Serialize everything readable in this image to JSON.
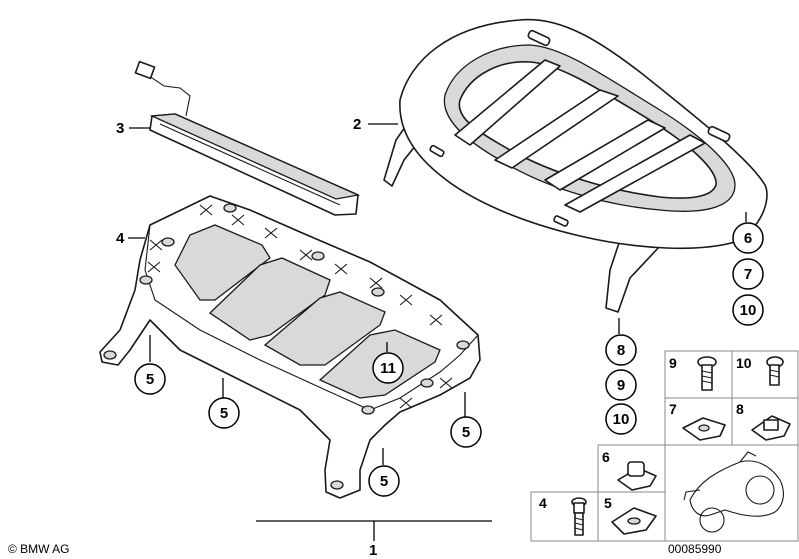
{
  "main_callout": "1",
  "labels": {
    "p2": "2",
    "p3": "3",
    "p4": "4",
    "right_group": [
      "6",
      "7",
      "10"
    ],
    "center_group": [
      "8",
      "9",
      "10"
    ],
    "left_5a": "5",
    "left_5b": "5",
    "left_5c": "5",
    "left_5d": "5",
    "p11": "11"
  },
  "parts_grid": {
    "cell_9": "9",
    "cell_10": "10",
    "cell_7": "7",
    "cell_8": "8",
    "cell_6": "6",
    "cell_4": "4",
    "cell_5": "5"
  },
  "footer": {
    "copyright": "© BMW AG",
    "code": "00085990"
  }
}
